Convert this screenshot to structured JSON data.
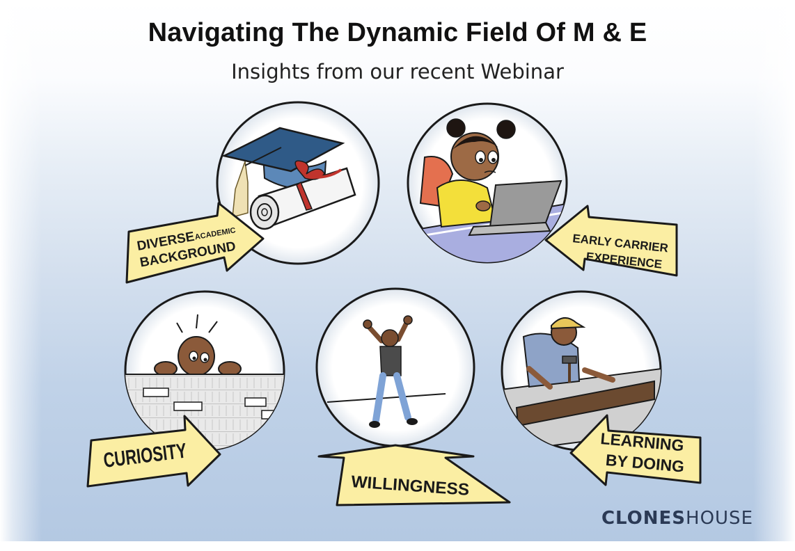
{
  "header": {
    "title": "Navigating The Dynamic Field Of M & E",
    "subtitle": "Insights from our recent Webinar"
  },
  "panels": [
    {
      "id": "academic",
      "label_line1_big": "DIVERSE",
      "label_line1_small": "ACADEMIC",
      "label_line2": "BACKGROUND"
    },
    {
      "id": "career",
      "label_line1": "EARLY CARRIER",
      "label_line2": "EXPERIENCE"
    },
    {
      "id": "curiosity",
      "label": "CURIOSITY"
    },
    {
      "id": "willingness",
      "label": "WILLINGNESS"
    },
    {
      "id": "learning",
      "label_line1": "LEARNING",
      "label_line2": "BY DOING"
    }
  ],
  "logo": {
    "bold": "CLONES",
    "light": "HOUSE"
  },
  "colors": {
    "arrow_fill": "#fbeea3",
    "outline": "#1a1a1a",
    "logo_text": "#2b3a55",
    "background_bottom": "#b3c8e2"
  }
}
